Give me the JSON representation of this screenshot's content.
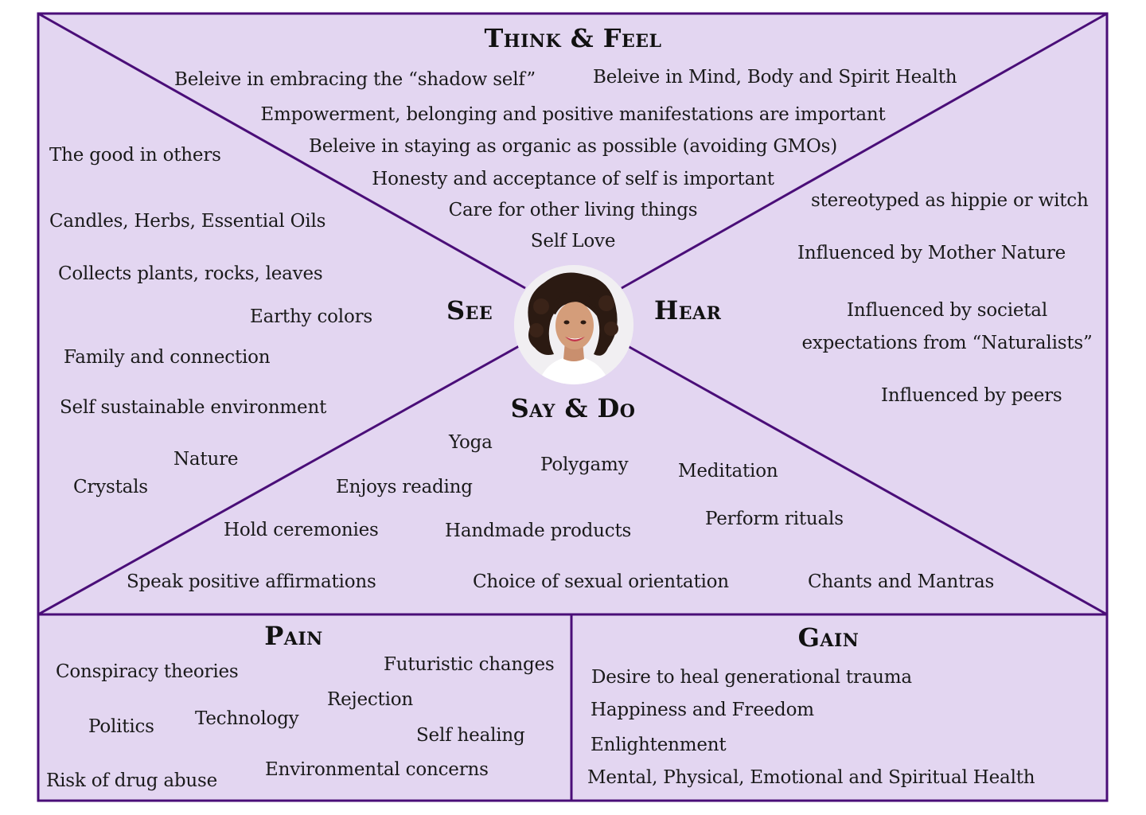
{
  "colors": {
    "background": "#e3d6f1",
    "line": "#4a0e78"
  },
  "headers": {
    "think_feel": "Think & Feel",
    "see": "See",
    "hear": "Hear",
    "say_do": "Say & Do",
    "pain": "Pain",
    "gain": "Gain"
  },
  "think_feel": [
    "Beleive in embracing the “shadow self”",
    "Beleive in Mind, Body and Spirit Health",
    "Empowerment, belonging and positive manifestations are important",
    "Beleive in staying as organic as possible (avoiding GMOs)",
    "Honesty and acceptance of self is important",
    "Care for other living things",
    "Self Love"
  ],
  "see": [
    "The good in others",
    "Candles, Herbs, Essential Oils",
    "Collects plants, rocks, leaves",
    "Earthy colors",
    "Family and connection",
    "Self sustainable environment",
    "Nature",
    "Crystals"
  ],
  "hear": [
    "stereotyped as hippie or witch",
    "Influenced by Mother Nature",
    "Influenced by societal",
    "expectations from “Naturalists”",
    "Influenced by peers"
  ],
  "say_do": [
    "Yoga",
    "Polygamy",
    "Meditation",
    "Enjoys reading",
    "Perform rituals",
    "Hold ceremonies",
    "Handmade products",
    "Speak positive affirmations",
    "Choice of sexual orientation",
    "Chants and Mantras"
  ],
  "pain": [
    "Conspiracy theories",
    "Futuristic changes",
    "Rejection",
    "Politics",
    "Technology",
    "Self healing",
    "Environmental concerns",
    "Risk of drug abuse"
  ],
  "gain": [
    "Desire to heal generational trauma",
    "Happiness and Freedom",
    "Enlightenment",
    "Mental, Physical, Emotional and Spiritual Health"
  ],
  "avatar": {
    "icon": "woman-portrait-icon"
  }
}
